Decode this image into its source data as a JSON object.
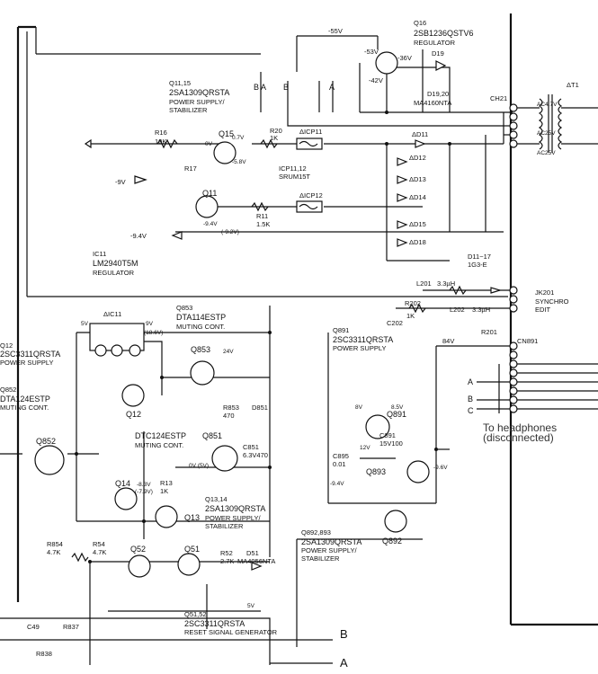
{
  "labels": {
    "q16": "Q16",
    "q16_part": "2SB1236QSTV6",
    "q16_role": "REGULATOR",
    "d19": "D19",
    "d19_20_part": "D19,20",
    "d19_20_type": "MA4160NTA",
    "minus55v": "-55V",
    "minus53v": "-53V",
    "minus42v": "-42V",
    "minus36v": "-36V",
    "q11_15": "Q11,15",
    "q11_15_part": "2SA1309QRSTA",
    "q11_15_role1": "POWER SUPPLY/",
    "q11_15_role2": "STABILIZER",
    "ba": "B A",
    "b": "B",
    "a": "A",
    "q15": "Q15",
    "q11": "Q11",
    "r16": "R16",
    "r16_val": "10K",
    "r17": "R17",
    "r20": "R20",
    "r20_val": "1K",
    "r11": "R11",
    "r11_val": "1.5K",
    "icp11": "ΔICP11",
    "icp12": "ΔICP12",
    "icp_part": "ICP11,12",
    "icp_type": "SRUM15T",
    "d11": "ΔD11",
    "d12": "ΔD12",
    "d13": "ΔD13",
    "d14": "ΔD14",
    "d15": "ΔD15",
    "d18": "ΔD18",
    "d11_17": "D11~17",
    "d11_17_type": "1G3-E",
    "ch21": "CH21",
    "t1": "ΔT1",
    "ac47v": "AC4.7V",
    "ac25v_a": "AC25V",
    "ac25v_b": "AC25V",
    "minus9v": "-9V",
    "minus94v": "-9.4V",
    "ic11": "IC11",
    "ic11_part": "LM2940T5M",
    "ic11_role": "REGULATOR",
    "v07": "0.7V",
    "v0": "0V",
    "vm58": "-5.8V",
    "vm94": "-9.4V",
    "vm92": "(-9.2V)",
    "l201": "L201",
    "l201_val": "3.3µH",
    "l202": "L202",
    "l202_val": "3.3µH",
    "r202": "R202",
    "r202_val": "1K",
    "r201": "R201",
    "c202": "C202",
    "jk201": "JK201",
    "jk201_role1": "SYNCHRO",
    "jk201_role2": "EDIT",
    "ic11b": "ΔIC11",
    "q853": "Q853",
    "q853_part": "DTA114ESTP",
    "q853_role": "MUTING CONT.",
    "v9": "9V",
    "v186": "(18.6V)",
    "v5": "5V",
    "q12": "Q12",
    "q12_part": "2SC3311QRSTA",
    "q12_role": "POWER SUPPLY",
    "q852": "Q852",
    "q852_part": "DTA124ESTP",
    "q852_role": "MUTING CONT.",
    "q891": "Q891",
    "q891_part": "2SC3311QRSTA",
    "q891_role": "POWER SUPPLY",
    "v84": "84V",
    "cn891": "CN891",
    "q851": "Q851",
    "q851_part": "DTC124ESTP",
    "q851_role": "MUTING CONT.",
    "v24": "24V",
    "v0v5": "0V (5V)",
    "r853": "R853",
    "r853_val": "470",
    "d851": "D851",
    "c851": "C851",
    "c851_val": "6.3V470",
    "v8": "8V",
    "v12": "12V",
    "q893": "Q893",
    "v85": "8.5V",
    "c895": "C895",
    "c895_val": "0.01",
    "c891": "C891",
    "c891_val": "15V100",
    "q892": "Q892",
    "q14": "Q14",
    "q13": "Q13",
    "q13_14": "Q13,14",
    "q13_14_part": "2SA1309QRSTA",
    "q13_14_role1": "POWER SUPPLY/",
    "q13_14_role2": "STABILIZER",
    "r13": "R13",
    "r13_val": "1K",
    "vm83": "-8.3V",
    "vm79": "(-7.9V)",
    "vm96": "-9.6V",
    "vm94b": "-9.4V",
    "q892_893": "Q892,893",
    "q892_893_part": "2SA1309QRSTA",
    "q892_893_role1": "POWER SUPPLY/",
    "q892_893_role2": "STABILIZER",
    "r854": "R854",
    "r854_val": "4.7K",
    "r54": "R54",
    "r54_val": "4.7K",
    "q52": "Q52",
    "q51": "Q51",
    "r52": "R52",
    "r52_val": "2.7K",
    "d51": "D51",
    "d51_type": "MA4056NTA",
    "q51_52": "Q51,52",
    "q51_52_part": "2SC3311QRSTA",
    "q51_52_role": "RESET SIGNAL GENERATOR",
    "v5b": "5V",
    "c49": "C49",
    "r838": "R838",
    "r837": "R837",
    "bus_b": "B",
    "bus_a": "A",
    "conn_a": "A",
    "conn_b": "B",
    "conn_c": "C",
    "headphones1": "To headphones",
    "headphones2": "(disconnected)"
  }
}
